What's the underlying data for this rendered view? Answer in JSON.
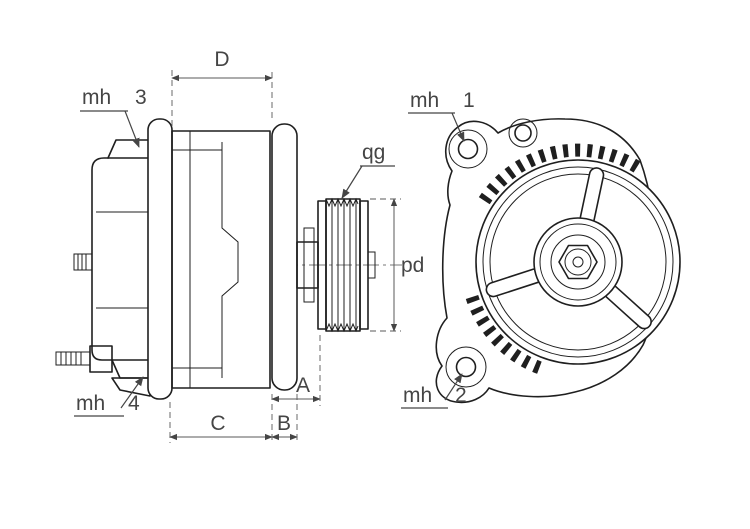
{
  "labels": {
    "mh1": {
      "text": "mh",
      "num": "1"
    },
    "mh2": {
      "text": "mh",
      "num": "2"
    },
    "mh3": {
      "text": "mh",
      "num": "3"
    },
    "mh4": {
      "text": "mh",
      "num": "4"
    },
    "qg": "qg",
    "pd": "pd",
    "dim_d": "D",
    "dim_a": "A",
    "dim_b": "B",
    "dim_c": "C"
  },
  "colors": {
    "line": "#1f1f1f",
    "label": "#454545",
    "dim": "#5a5a5a",
    "background": "#ffffff"
  }
}
